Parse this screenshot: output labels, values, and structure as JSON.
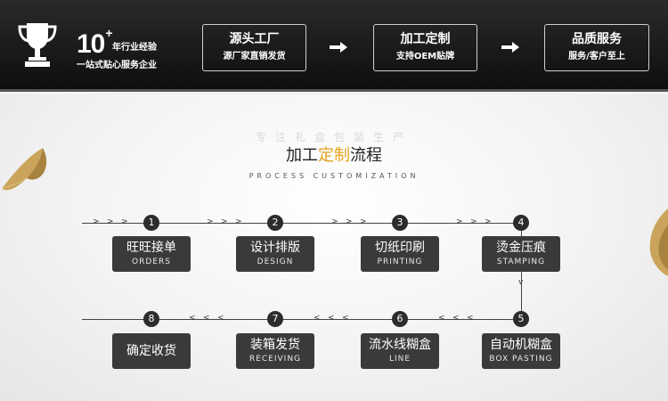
{
  "banner": {
    "years_number": "10",
    "years_plus": "+",
    "years_text": "年行业经验",
    "tagline": "一站式贴心服务企业",
    "badges": [
      {
        "title": "源头工厂",
        "subtitle": "源厂家直销发货"
      },
      {
        "title": "加工定制",
        "subtitle": "支持OEM贴牌"
      },
      {
        "title": "品质服务",
        "subtitle": "服务/客户至上"
      }
    ]
  },
  "section": {
    "watermark": "专注礼盒包装生产",
    "title_pre": "加工",
    "title_highlight": "定制",
    "title_post": "流程",
    "subtitle": "PROCESS CUSTOMIZATION"
  },
  "steps": [
    {
      "num": "1",
      "cn": "旺旺接单",
      "en": "ORDERS"
    },
    {
      "num": "2",
      "cn": "设计排版",
      "en": "DESIGN"
    },
    {
      "num": "3",
      "cn": "切纸印刷",
      "en": "PRINTING"
    },
    {
      "num": "4",
      "cn": "烫金压痕",
      "en": "STAMPING"
    },
    {
      "num": "5",
      "cn": "自动机糊盒",
      "en": "BOX PASTING"
    },
    {
      "num": "6",
      "cn": "流水线糊盒",
      "en": "LINE"
    },
    {
      "num": "7",
      "cn": "装箱发货",
      "en": "RECEIVING"
    },
    {
      "num": "8",
      "cn": "确定收货",
      "en": ""
    }
  ],
  "colors": {
    "highlight": "#e4a31b",
    "step_bg": "#3a3a3a",
    "banner_bg": "#111111"
  }
}
